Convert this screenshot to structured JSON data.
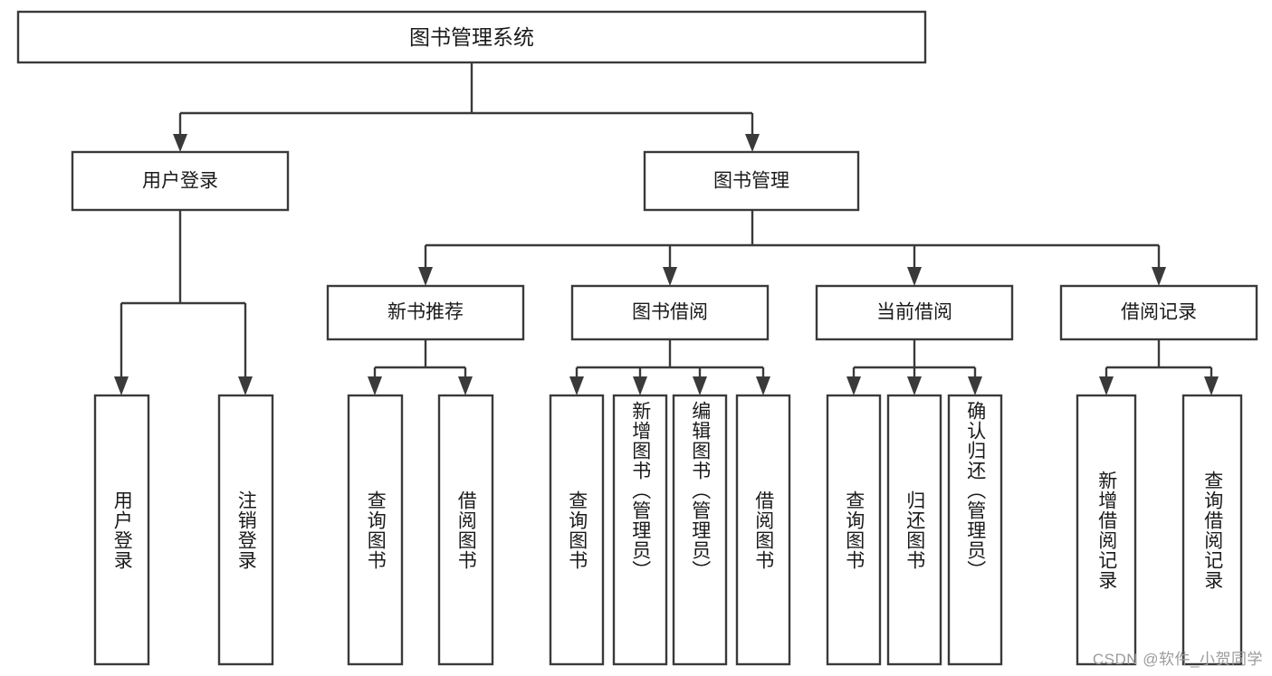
{
  "diagram": {
    "title": "图书管理系统",
    "type": "hierarchy-tree",
    "root": {
      "id": "root",
      "label": "图书管理系统",
      "orientation": "horizontal"
    },
    "level2": [
      {
        "id": "user-login",
        "label": "用户登录",
        "orientation": "horizontal"
      },
      {
        "id": "book-manage",
        "label": "图书管理",
        "orientation": "horizontal"
      }
    ],
    "level3": [
      {
        "id": "new-book-recommend",
        "label": "新书推荐",
        "orientation": "horizontal",
        "parent": "book-manage"
      },
      {
        "id": "book-borrow",
        "label": "图书借阅",
        "orientation": "horizontal",
        "parent": "book-manage"
      },
      {
        "id": "current-borrow",
        "label": "当前借阅",
        "orientation": "horizontal",
        "parent": "book-manage"
      },
      {
        "id": "borrow-record",
        "label": "借阅记录",
        "orientation": "horizontal",
        "parent": "book-manage"
      }
    ],
    "leaves": [
      {
        "id": "leaf-user-login",
        "label": "用户登录",
        "parent": "user-login",
        "orientation": "vertical"
      },
      {
        "id": "leaf-logout-login",
        "label": "注销登录",
        "parent": "user-login",
        "orientation": "vertical"
      },
      {
        "id": "leaf-query-book-rec",
        "label": "查询图书",
        "parent": "new-book-recommend",
        "orientation": "vertical"
      },
      {
        "id": "leaf-borrow-book-rec",
        "label": "借阅图书",
        "parent": "new-book-recommend",
        "orientation": "vertical"
      },
      {
        "id": "leaf-query-book-borrow",
        "label": "查询图书",
        "parent": "book-borrow",
        "orientation": "vertical"
      },
      {
        "id": "leaf-add-book-admin",
        "label": "新增图书（管理员）",
        "parent": "book-borrow",
        "orientation": "vertical"
      },
      {
        "id": "leaf-edit-book-admin",
        "label": "编辑图书（管理员）",
        "parent": "book-borrow",
        "orientation": "vertical"
      },
      {
        "id": "leaf-borrow-book",
        "label": "借阅图书",
        "parent": "book-borrow",
        "orientation": "vertical"
      },
      {
        "id": "leaf-query-book-current",
        "label": "查询图书",
        "parent": "current-borrow",
        "orientation": "vertical"
      },
      {
        "id": "leaf-return-book",
        "label": "归还图书",
        "parent": "current-borrow",
        "orientation": "vertical"
      },
      {
        "id": "leaf-confirm-return-admin",
        "label": "确认归还（管理员）",
        "parent": "current-borrow",
        "orientation": "vertical"
      },
      {
        "id": "leaf-add-borrow-record",
        "label": "新增借阅记录",
        "parent": "borrow-record",
        "orientation": "vertical"
      },
      {
        "id": "leaf-query-borrow-record",
        "label": "查询借阅记录",
        "parent": "borrow-record",
        "orientation": "vertical"
      }
    ],
    "watermark": "CSDN @软件_小贺同学",
    "colors": {
      "stroke": "#3a3a3a",
      "fill": "#ffffff",
      "text": "#1a1a1a",
      "watermark": "#9b9b9b",
      "background": "#ffffff"
    }
  }
}
